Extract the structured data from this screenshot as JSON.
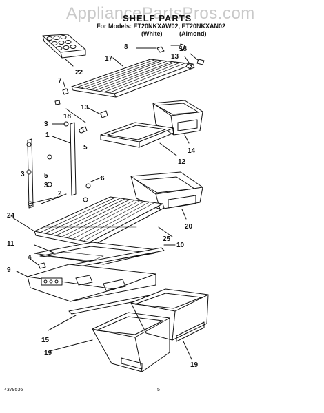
{
  "watermark": "AppliancePartsPros.com",
  "title": "SHELF PARTS",
  "models_line": "For Models: ET20NKXAW02, ET20NKXAN02",
  "variants": [
    "(White)",
    "(Almond)"
  ],
  "callouts": {
    "c1": "1",
    "c2": "2",
    "c3a": "3",
    "c3b": "3",
    "c3c": "3",
    "c4": "4",
    "c5a": "5",
    "c5b": "5",
    "c6": "6",
    "c7": "7",
    "c8": "8",
    "c9": "9",
    "c10": "10",
    "c11": "11",
    "c12": "12",
    "c13a": "13",
    "c13b": "13",
    "c14": "14",
    "c15": "15",
    "c17": "17",
    "c18a": "18",
    "c18b": "18",
    "c19a": "19",
    "c19b": "19",
    "c20": "20",
    "c22": "22",
    "c24": "24",
    "c25": "25"
  },
  "footer": {
    "doc_number": "4379536",
    "page": "5"
  }
}
